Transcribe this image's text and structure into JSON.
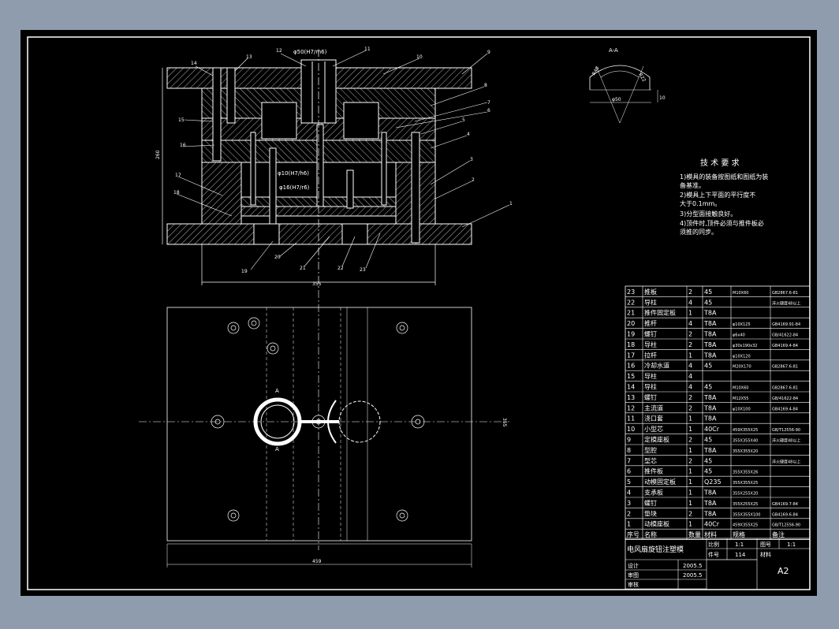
{
  "colors": {
    "background": "#8f9cad",
    "canvas": "#000000",
    "lines": "#ffffff"
  },
  "section_view": {
    "balloons": [
      "14",
      "13",
      "12",
      "11",
      "10",
      "9",
      "8",
      "7",
      "6",
      "5",
      "4",
      "3",
      "2",
      "1",
      "15",
      "16",
      "17",
      "18",
      "19",
      "20",
      "21",
      "22",
      "23"
    ],
    "fit_labels": [
      "φ50(H7/m6)",
      "φ10(H7/h6)",
      "φ16(H7/r6)"
    ],
    "dim_height": "260",
    "dim_width": "355"
  },
  "detail": {
    "title": "A-A",
    "dims": [
      "R40",
      "R22",
      "φ50",
      "10"
    ]
  },
  "plan_view": {
    "dim_width": "459",
    "dim_height": "355",
    "section_marks": [
      "A",
      "A"
    ]
  },
  "notes": {
    "title": "技 术 要 求",
    "lines": [
      "1)模具的装备按图纸和图纸为装",
      "备基准。",
      "2)模具上下平面的平行度不",
      "大于0.1mm。",
      "3)分型面接触良好。",
      "4)顶件时,顶件必须与推件板必",
      "须推的同步。"
    ]
  },
  "bom": {
    "rows": [
      {
        "no": "23",
        "name": "推板",
        "qty": "2",
        "mat": "45",
        "spec": "M10X60",
        "std": "GB2867.6-81"
      },
      {
        "no": "22",
        "name": "导柱",
        "qty": "4",
        "mat": "45",
        "spec": "",
        "std": "淬火硬度48以上"
      },
      {
        "no": "21",
        "name": "推件固定板",
        "qty": "1",
        "mat": "T8A",
        "spec": "",
        "std": ""
      },
      {
        "no": "20",
        "name": "推杆",
        "qty": "4",
        "mat": "T8A",
        "spec": "φ10X125",
        "std": "GB4169.91-84"
      },
      {
        "no": "19",
        "name": "螺钉",
        "qty": "2",
        "mat": "T8A",
        "spec": "φ6x40",
        "std": "GB/41622-84"
      },
      {
        "no": "18",
        "name": "导柱",
        "qty": "2",
        "mat": "T8A",
        "spec": "φ30x190x32",
        "std": "GB4169.4-84"
      },
      {
        "no": "17",
        "name": "拉杆",
        "qty": "1",
        "mat": "T8A",
        "spec": "φ10X120",
        "std": ""
      },
      {
        "no": "16",
        "name": "冷却水道",
        "qty": "4",
        "mat": "45",
        "spec": "M20X170",
        "std": "GB2867.6-81"
      },
      {
        "no": "15",
        "name": "导柱",
        "qty": "4",
        "mat": "",
        "spec": "",
        "std": ""
      },
      {
        "no": "14",
        "name": "导柱",
        "qty": "4",
        "mat": "45",
        "spec": "M10X60",
        "std": "GB2867.6-81"
      },
      {
        "no": "13",
        "name": "螺钉",
        "qty": "2",
        "mat": "T8A",
        "spec": "M12X55",
        "std": "GB/41622-84"
      },
      {
        "no": "12",
        "name": "主流道",
        "qty": "2",
        "mat": "T8A",
        "spec": "φ10X100",
        "std": "GB4169.4-84"
      },
      {
        "no": "11",
        "name": "浇口套",
        "qty": "1",
        "mat": "T8A",
        "spec": "",
        "std": ""
      },
      {
        "no": "10",
        "name": "小型芯",
        "qty": "1",
        "mat": "40Cr",
        "spec": "459X355X25",
        "std": "GB/T12556-90"
      },
      {
        "no": "9",
        "name": "定模座板",
        "qty": "2",
        "mat": "45",
        "spec": "355X355X40",
        "std": "淬火硬度48以上"
      },
      {
        "no": "8",
        "name": "型腔",
        "qty": "1",
        "mat": "T8A",
        "spec": "355X355X20",
        "std": ""
      },
      {
        "no": "7",
        "name": "型芯",
        "qty": "2",
        "mat": "45",
        "spec": "",
        "std": "淬火硬度48以上"
      },
      {
        "no": "6",
        "name": "推件板",
        "qty": "1",
        "mat": "45",
        "spec": "355X355X26",
        "std": ""
      },
      {
        "no": "5",
        "name": "动模固定板",
        "qty": "1",
        "mat": "Q235",
        "spec": "355X355X25",
        "std": ""
      },
      {
        "no": "4",
        "name": "支承板",
        "qty": "1",
        "mat": "T8A",
        "spec": "355X255X20",
        "std": ""
      },
      {
        "no": "3",
        "name": "螺钉",
        "qty": "1",
        "mat": "T8A",
        "spec": "355X255X25",
        "std": "GB4169.7-84"
      },
      {
        "no": "2",
        "name": "垫块",
        "qty": "2",
        "mat": "T8A",
        "spec": "355X355X100",
        "std": "GB4169.6-84"
      },
      {
        "no": "1",
        "name": "动模座板",
        "qty": "1",
        "mat": "40Cr",
        "spec": "459X355X25",
        "std": "GB/T12556-90"
      }
    ],
    "header": {
      "no": "序号",
      "name": "名称",
      "qty": "数量",
      "mat": "材料",
      "spec": "规格",
      "std": "备注"
    }
  },
  "title_block": {
    "part_name": "电风扇旋钮注塑模",
    "scale_label": "比例",
    "scale_value": "1:1",
    "sheet_label": "图号",
    "sheet_value": "1:1",
    "qty_label": "件号",
    "qty_value": "114",
    "mat_label": "材料",
    "design_label": "设计",
    "design_date": "2005.5",
    "review_label": "审图",
    "review_date": "2005.5",
    "approve_label": "审核",
    "format": "A2"
  }
}
